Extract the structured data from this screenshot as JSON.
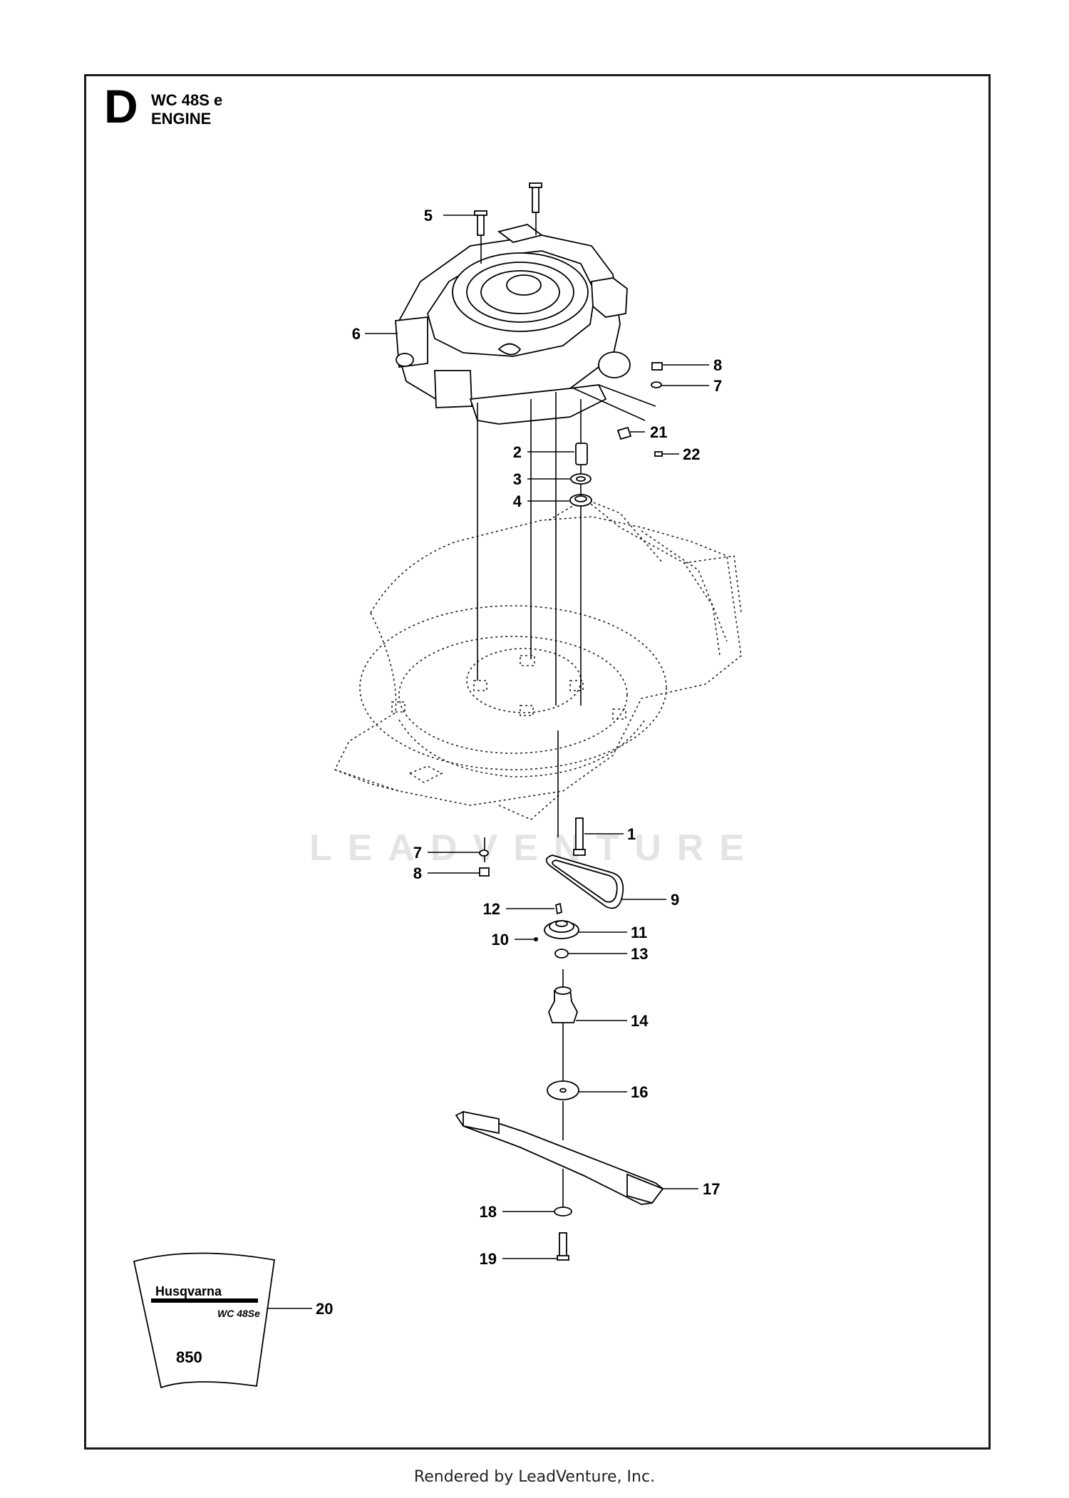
{
  "section": {
    "letter": "D",
    "model": "WC 48S e",
    "title": "ENGINE"
  },
  "watermark": "LEADVENTURE",
  "footer": "Rendered by LeadVenture, Inc.",
  "decal": {
    "brand": "Husqvarna",
    "model": "WC 48Se",
    "engine_badge": "850"
  },
  "callouts": [
    "1",
    "2",
    "3",
    "4",
    "5",
    "6",
    "7",
    "8",
    "9",
    "10",
    "11",
    "12",
    "13",
    "14",
    "16",
    "17",
    "18",
    "19",
    "20",
    "21",
    "22"
  ],
  "repeated_callouts": [
    "7",
    "8"
  ]
}
